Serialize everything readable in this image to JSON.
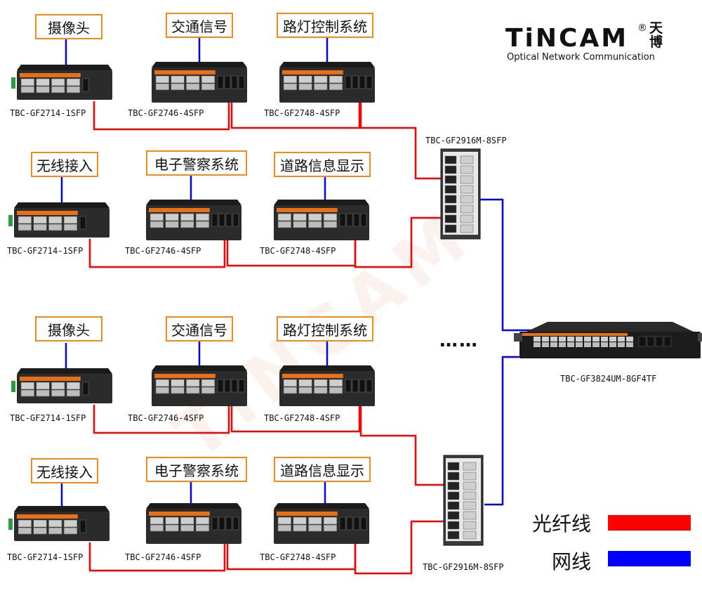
{
  "logo": {
    "name": "TiNCAM",
    "registered": "®",
    "chinese": "天博",
    "tagline": "Optical Network Communication"
  },
  "groups": [
    {
      "devices": [
        "摄像头",
        "交通信号",
        "路灯控制系统"
      ],
      "switches": [
        "TBC-GF2714-1SFP",
        "TBC-GF2746-4SFP",
        "TBC-GF2748-4SFP"
      ]
    },
    {
      "devices": [
        "无线接入",
        "电子警察系统",
        "道路信息显示"
      ],
      "switches": [
        "TBC-GF2714-1SFP",
        "TBC-GF2746-4SFP",
        "TBC-GF2748-4SFP"
      ]
    },
    {
      "devices": [
        "摄像头",
        "交通信号",
        "路灯控制系统"
      ],
      "switches": [
        "TBC-GF2714-1SFP",
        "TBC-GF2746-4SFP",
        "TBC-GF2748-4SFP"
      ]
    },
    {
      "devices": [
        "无线接入",
        "电子警察系统",
        "道路信息显示"
      ],
      "switches": [
        "TBC-GF2714-1SFP",
        "TBC-GF2746-4SFP",
        "TBC-GF2748-4SFP"
      ]
    }
  ],
  "aggregation": [
    "TBC-GF2916M-8SFP",
    "TBC-GF2916M-8SFP"
  ],
  "core": "TBC-GF3824UM-8GF4TF",
  "ellipsis": "……",
  "legend": [
    {
      "label": "光纤线",
      "color": "#ff0000"
    },
    {
      "label": "网线",
      "color": "#0000ff"
    }
  ],
  "colors": {
    "fiber": "#ff0000",
    "ethernet": "#0000ff",
    "label_border": "#f08a1a",
    "switch_body": "#2b2b2b",
    "switch_front": "#e8701a"
  }
}
